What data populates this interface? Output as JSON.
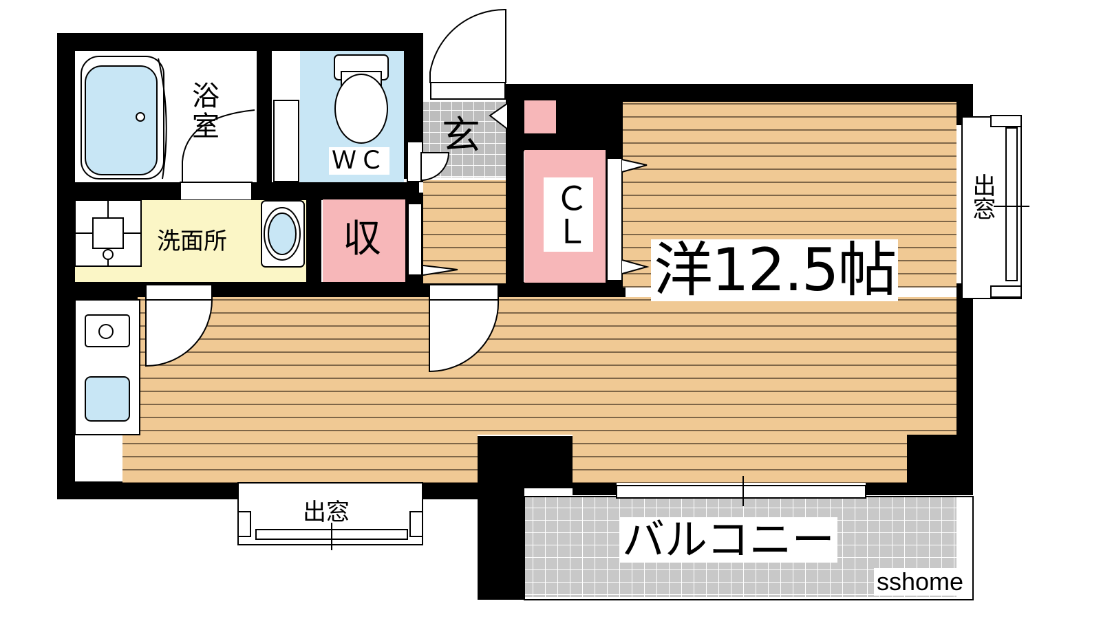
{
  "rooms": {
    "bath": "浴室",
    "wc": "ＷＣ",
    "entrance": "玄",
    "washroom": "洗面所",
    "storage": "収",
    "closet": "ＣＬ",
    "western_room": "洋12.5帖",
    "bay_window_right": "出窓",
    "bay_window_bottom": "出窓",
    "balcony": "バルコニー"
  },
  "watermark": "sshome",
  "colors": {
    "wall": "#000000",
    "floor_wood": "#f0c994",
    "floor_line": "#3a2a1a",
    "water_blue": "#c8e6f5",
    "wc_blue": "#c8e6f5",
    "storage_pink": "#f7b7b9",
    "washroom_yellow": "#fbf6c6",
    "balcony_tile": "#c8c8c8",
    "entrance_tile": "#bdbdbd"
  }
}
